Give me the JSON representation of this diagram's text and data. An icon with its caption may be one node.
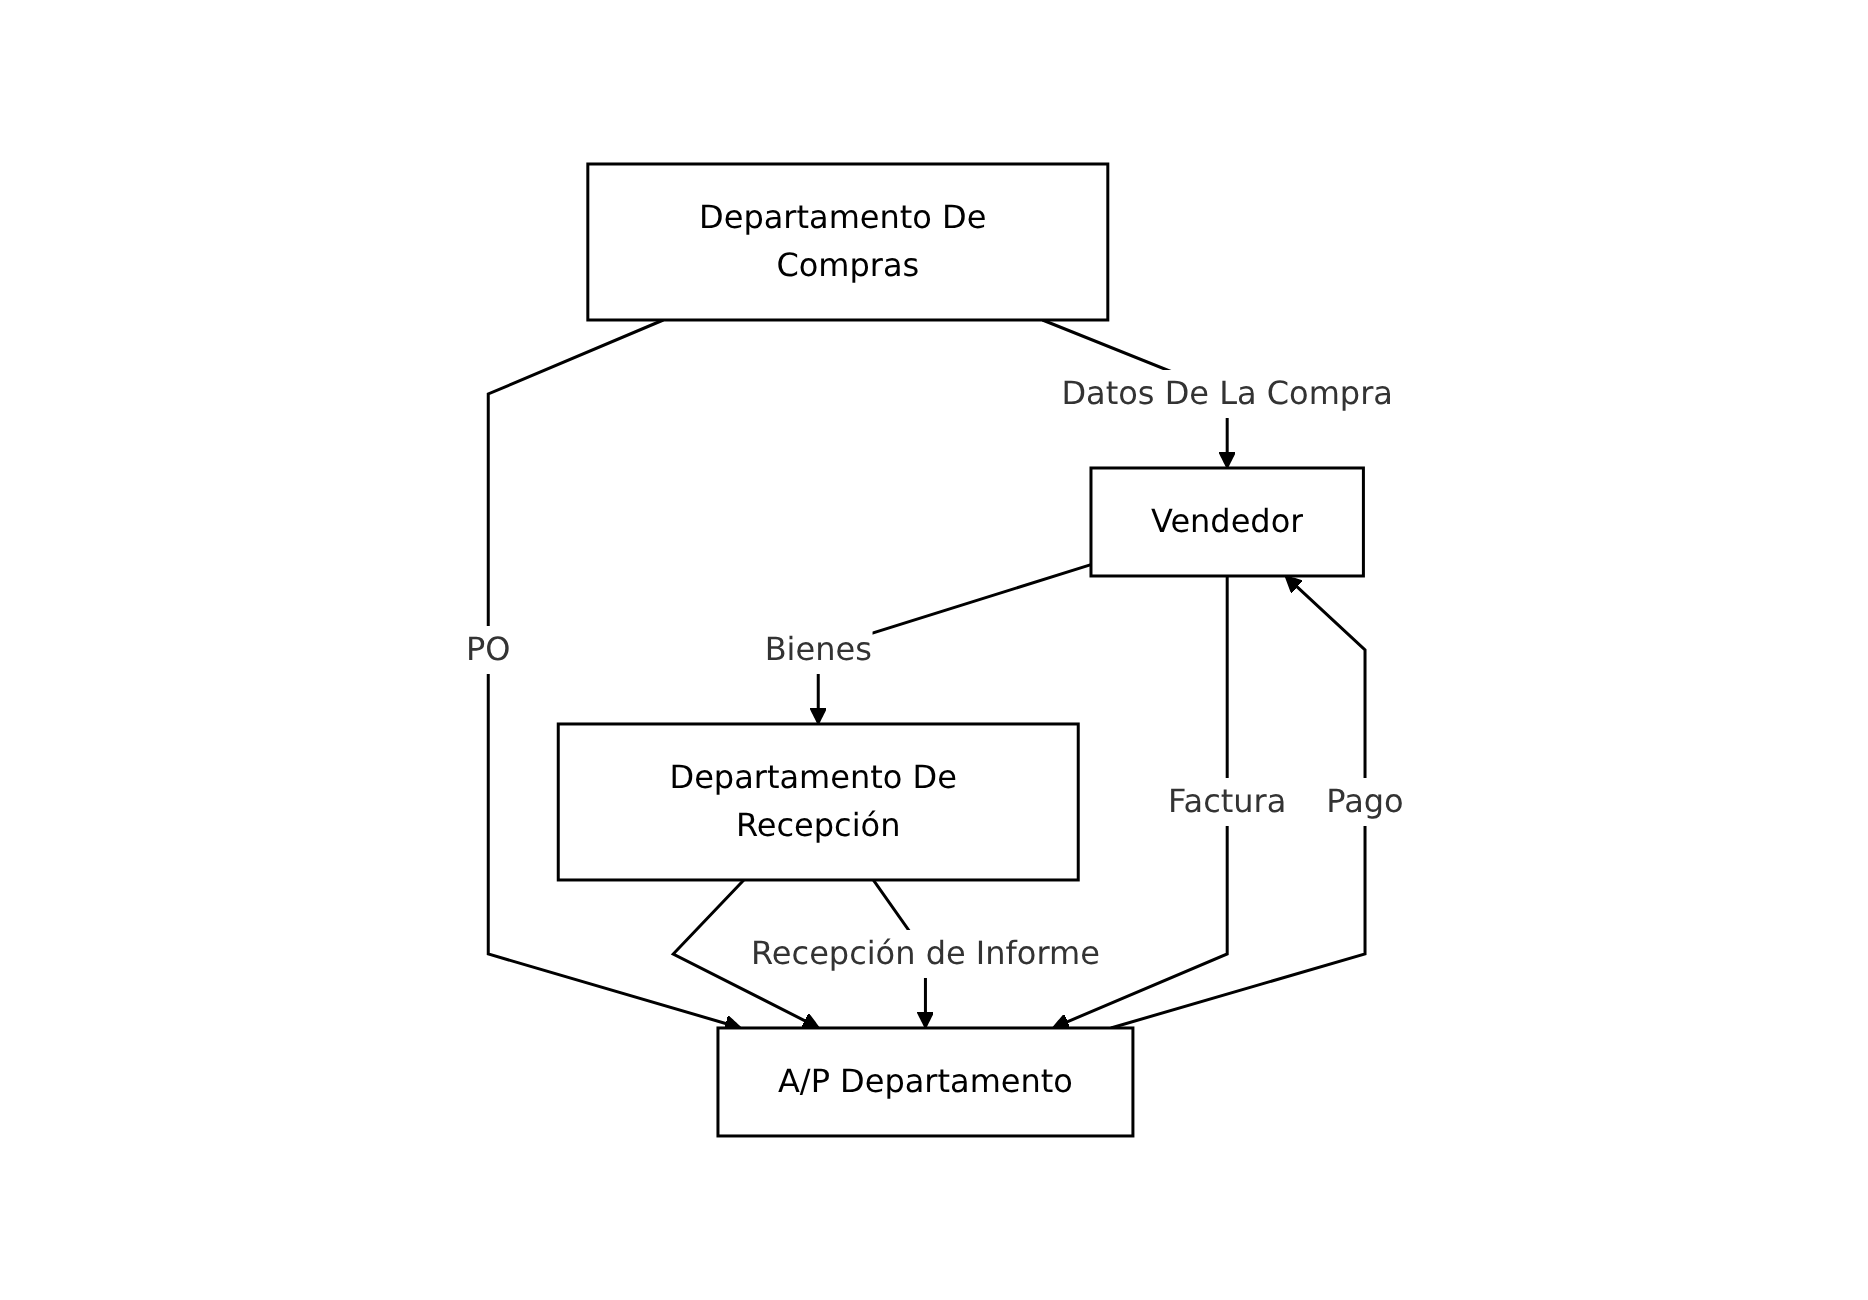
{
  "diagram": {
    "nodes": [
      {
        "text": [
          "Departamento De Compras"
        ]
      },
      {
        "text": [
          "Vendedor"
        ]
      },
      {
        "text": [
          "A/P Departamento"
        ]
      },
      {
        "text": [
          "Departamento De Recepción"
        ]
      }
    ],
    "edges": [
      {
        "from": 0,
        "to": 1,
        "arrow": "to",
        "label": "Datos De La Compra"
      },
      {
        "from": 0,
        "to": 2,
        "arrow": "to",
        "label": "PO"
      },
      {
        "from": 1,
        "to": 3,
        "arrow": "to",
        "label": "Bienes"
      },
      {
        "from": 3,
        "to": 2,
        "arrow": "to"
      },
      {
        "from": 3,
        "to": 2,
        "arrow": "to",
        "label": "Recepción de Informe"
      },
      {
        "from": 1,
        "to": 2,
        "arrow": "to",
        "label": "Factura"
      },
      {
        "from": 2,
        "to": 1,
        "arrow": "to",
        "label": "Pago"
      }
    ]
  }
}
